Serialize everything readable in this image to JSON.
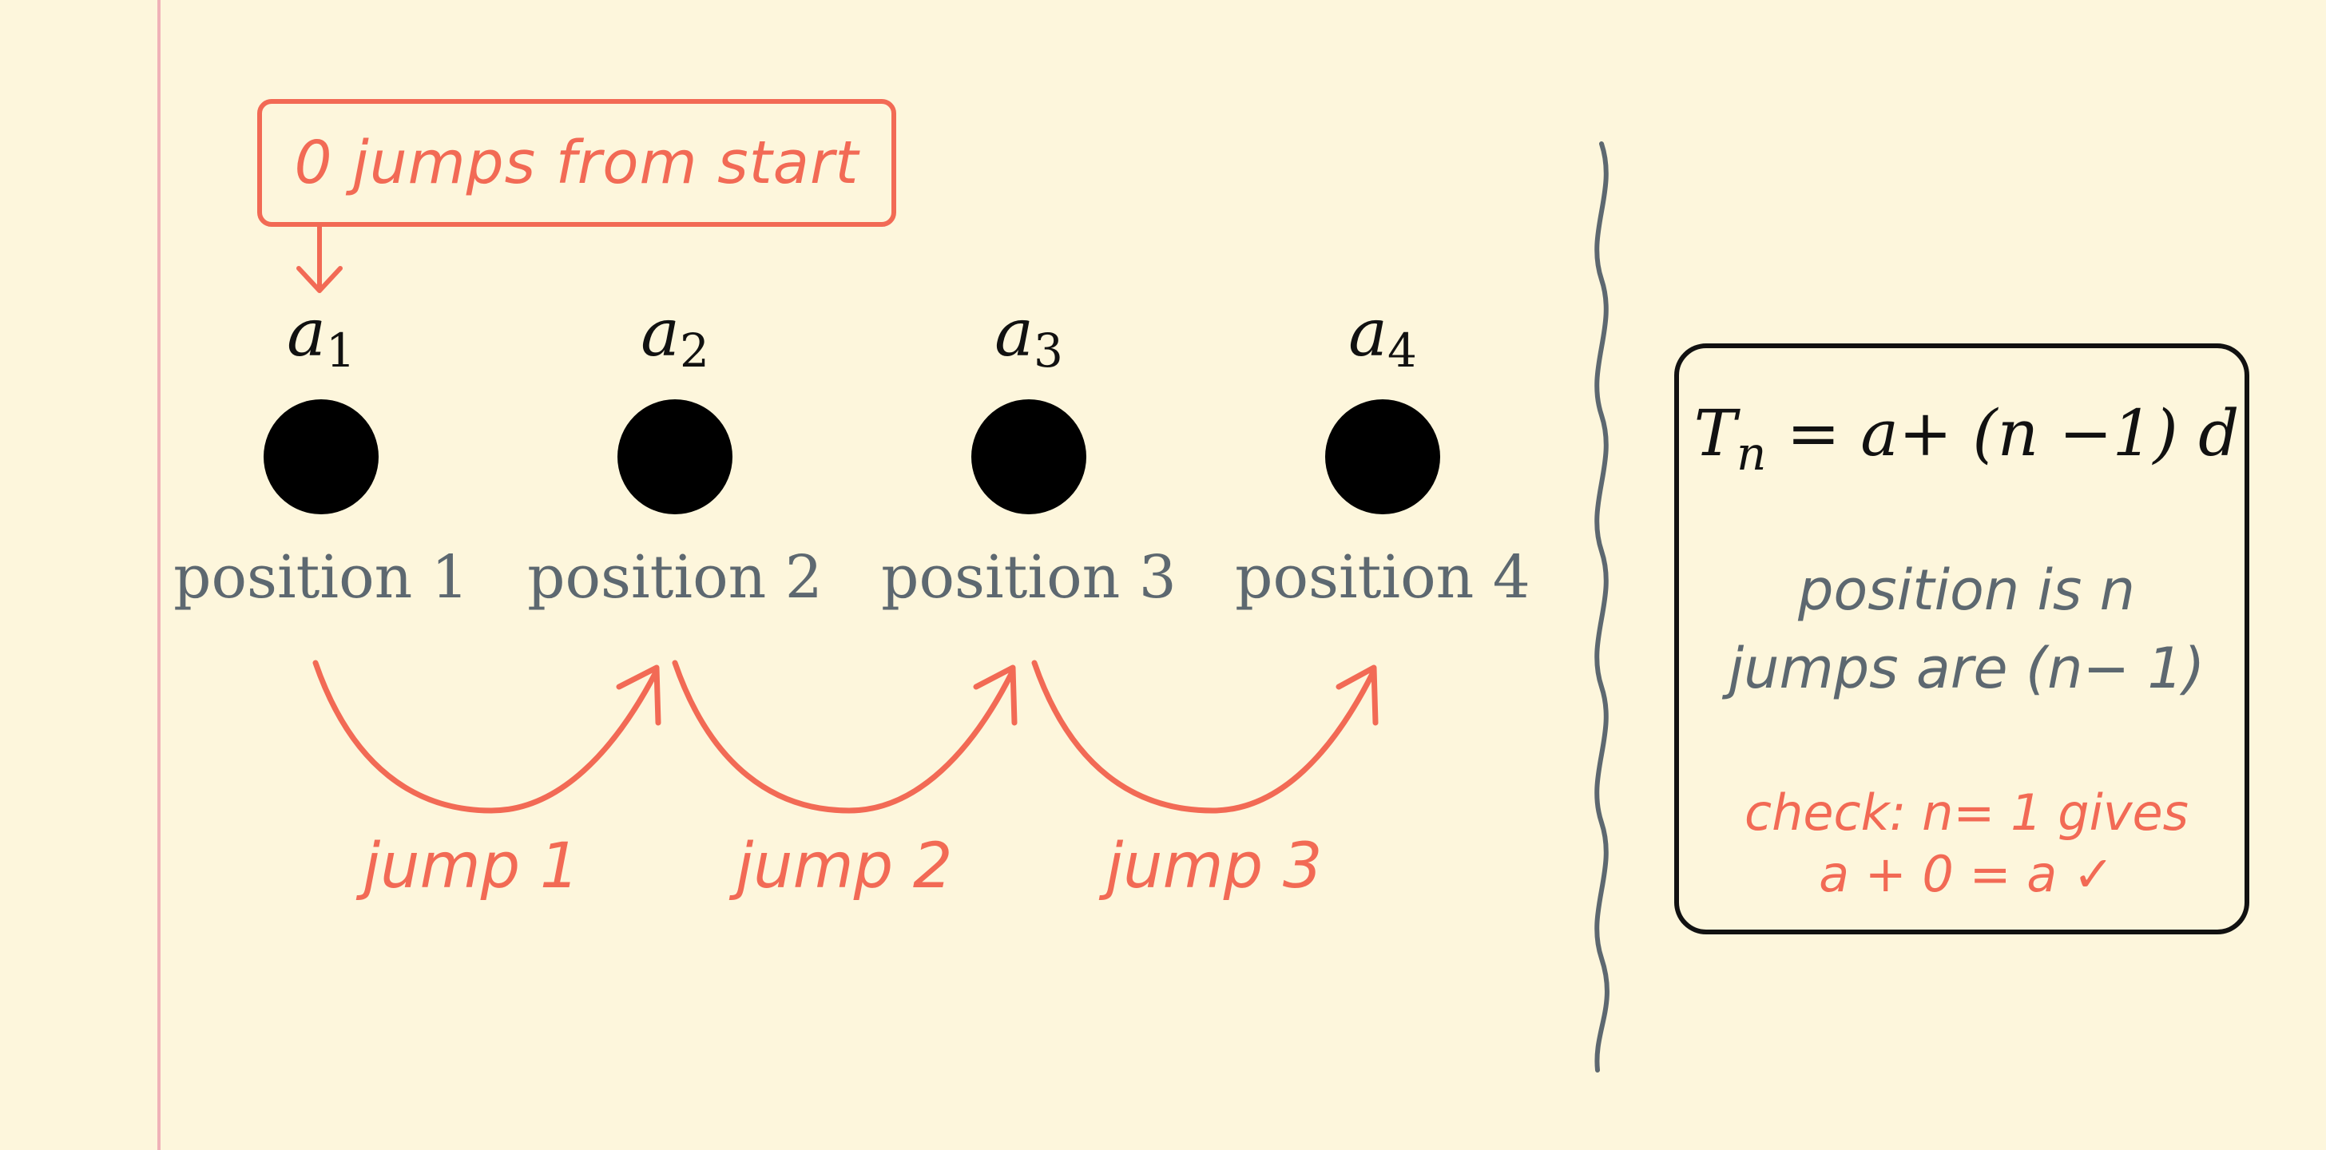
{
  "start_note": "0 jumps from start",
  "positions": [
    {
      "symbol": "a",
      "index": "1",
      "label": "position 1"
    },
    {
      "symbol": "a",
      "index": "2",
      "label": "position 2"
    },
    {
      "symbol": "a",
      "index": "3",
      "label": "position 3"
    },
    {
      "symbol": "a",
      "index": "4",
      "label": "position 4"
    }
  ],
  "jumps": [
    "jump 1",
    "jump 2",
    "jump 3"
  ],
  "formula": {
    "lhs_symbol": "T",
    "lhs_sub": "n",
    "rhs": "= a+ (n −1) d"
  },
  "notes": {
    "line1": "position is n",
    "line2": "jumps are (n− 1)",
    "check1": "check: n= 1 gives",
    "check2": "a + 0 = a ✓"
  },
  "colors": {
    "accent": "#f26a55",
    "ink": "#111111",
    "grey_text": "#5d6870",
    "paper": "#fdf6dc",
    "rule": "#b9d5da",
    "margin": "#f0b2b8"
  }
}
